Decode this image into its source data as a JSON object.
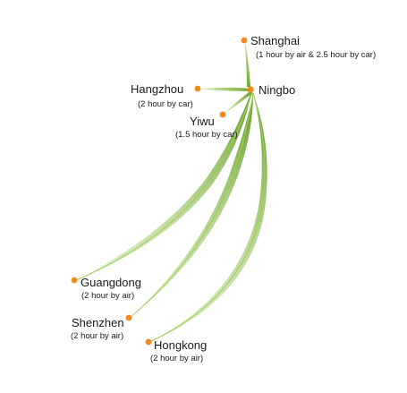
{
  "colors": {
    "route": "#86b83e",
    "route_light": "#d6ebb2",
    "node": "#f08a1c"
  },
  "hub": {
    "id": "ningbo",
    "name": "Ningbo"
  },
  "origins": [
    {
      "id": "shanghai",
      "name": "Shanghai",
      "note": "(1 hour by air & 2.5 hour by car)"
    },
    {
      "id": "hangzhou",
      "name": "Hangzhou",
      "note": "(2 hour by car)"
    },
    {
      "id": "yiwu",
      "name": "Yiwu",
      "note": "(1.5 hour by car)"
    },
    {
      "id": "guangdong",
      "name": "Guangdong",
      "note": "(2 hour by air)"
    },
    {
      "id": "shenzhen",
      "name": "Shenzhen",
      "note": "(2 hour by air)"
    },
    {
      "id": "hongkong",
      "name": "Hongkong",
      "note": "(2 hour by air)"
    }
  ]
}
